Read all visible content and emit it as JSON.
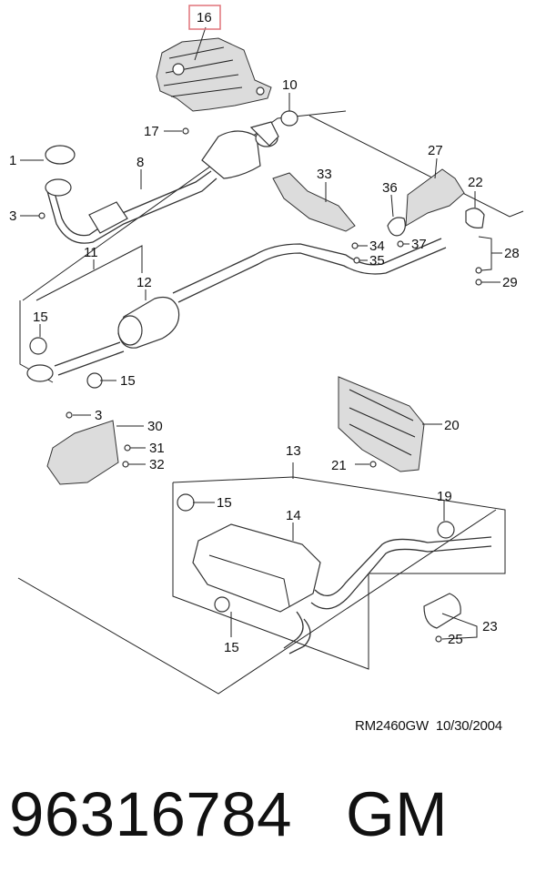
{
  "diagram": {
    "highlight_color": "#e0747a",
    "callouts": {
      "c1": "1",
      "c3a": "3",
      "c3b": "3",
      "c8": "8",
      "c10": "10",
      "c11": "11",
      "c12": "12",
      "c13": "13",
      "c14": "14",
      "c15a": "15",
      "c15b": "15",
      "c15c": "15",
      "c15d": "15",
      "c16": "16",
      "c17": "17",
      "c19": "19",
      "c20": "20",
      "c21": "21",
      "c22": "22",
      "c23": "23",
      "c25": "25",
      "c27": "27",
      "c28": "28",
      "c29": "29",
      "c30": "30",
      "c31": "31",
      "c32": "32",
      "c33": "33",
      "c34": "34",
      "c35": "35",
      "c36": "36",
      "c37": "37"
    }
  },
  "reference": {
    "code": "RM2460GW",
    "date": "10/30/2004"
  },
  "part_number": "96316784",
  "manufacturer": "GM"
}
